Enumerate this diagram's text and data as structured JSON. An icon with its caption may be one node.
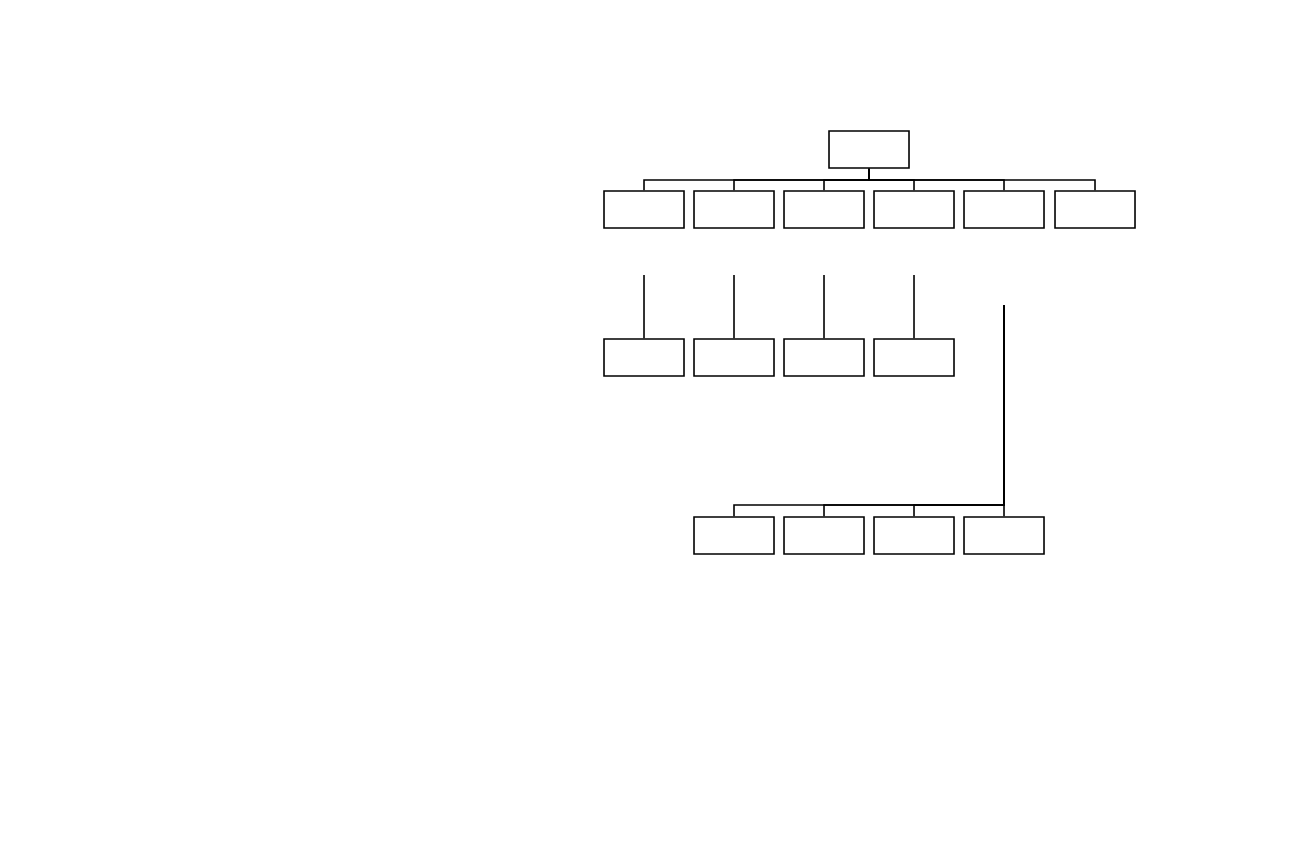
{
  "diagram": {
    "nodes": [
      {
        "text": [],
        "shape": "box"
      },
      {
        "text": [],
        "shape": "box"
      },
      {
        "text": [],
        "shape": "box"
      },
      {
        "text": [],
        "shape": "box"
      },
      {
        "text": [],
        "shape": "box"
      },
      {
        "text": [],
        "shape": "box"
      },
      {
        "text": [],
        "shape": "box"
      },
      {
        "text": [],
        "shape": "box"
      },
      {
        "text": [],
        "shape": "box"
      },
      {
        "text": [],
        "shape": "box"
      },
      {
        "text": [],
        "shape": "box"
      },
      {
        "text": [],
        "shape": "box"
      },
      {
        "text": [],
        "shape": "box"
      },
      {
        "text": [],
        "shape": "box"
      },
      {
        "text": [],
        "shape": "box"
      }
    ],
    "edges": [
      {
        "from": 0,
        "to": 1,
        "arrow": "none"
      },
      {
        "from": 0,
        "to": 2,
        "arrow": "none"
      },
      {
        "from": 0,
        "to": 3,
        "arrow": "none"
      },
      {
        "from": 0,
        "to": 4,
        "arrow": "none"
      },
      {
        "from": 0,
        "to": 5,
        "arrow": "none"
      },
      {
        "from": 0,
        "to": 6,
        "arrow": "none"
      },
      {
        "from": null,
        "to": 7,
        "arrow": "none"
      },
      {
        "from": null,
        "to": 8,
        "arrow": "none"
      },
      {
        "from": null,
        "to": 9,
        "arrow": "none"
      },
      {
        "from": null,
        "to": 10,
        "arrow": "none"
      },
      {
        "from": null,
        "to": 11,
        "arrow": "none"
      },
      {
        "from": null,
        "to": 12,
        "arrow": "none"
      },
      {
        "from": null,
        "to": 13,
        "arrow": "none"
      },
      {
        "from": null,
        "to": 14,
        "arrow": "none"
      }
    ]
  }
}
